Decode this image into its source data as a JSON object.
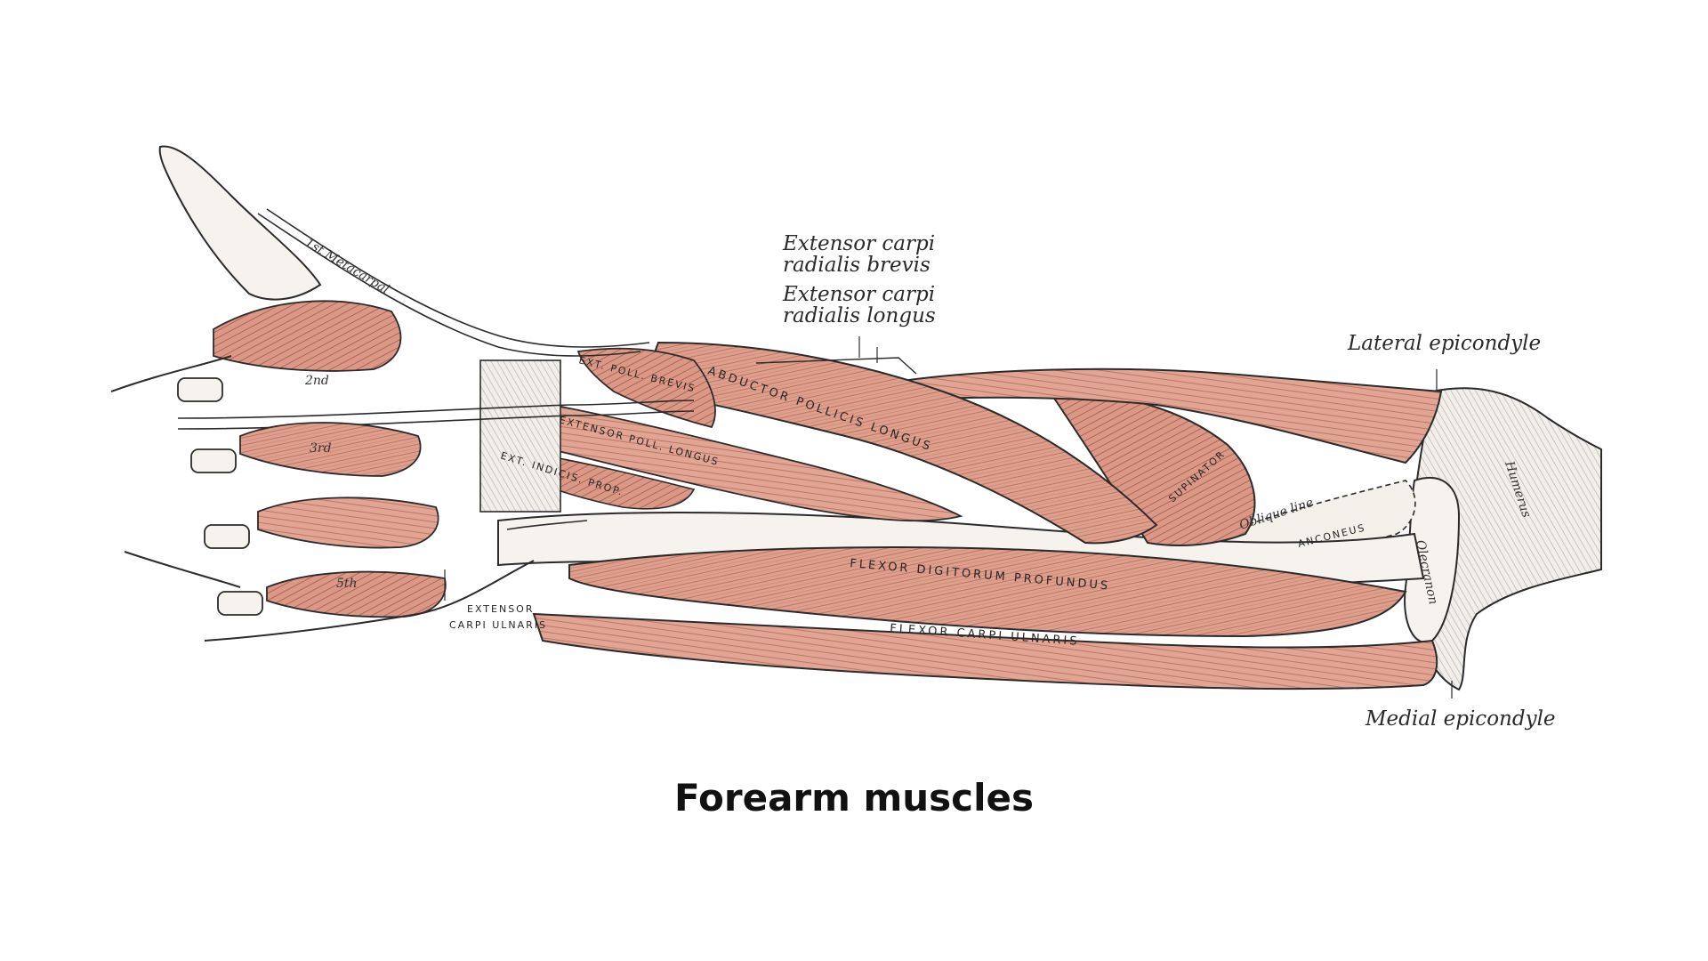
{
  "caption": "Forearm muscles",
  "labels": {
    "ecrb_line1": "Extensor carpi",
    "ecrb_line2": "radialis brevis",
    "ecrl_line1": "Extensor carpi",
    "ecrl_line2": "radialis longus",
    "lateral_epicondyle": "Lateral epicondyle",
    "medial_epicondyle": "Medial epicondyle",
    "ecu_line1": "EXTENSOR",
    "ecu_line2": "CARPI ULNARIS",
    "ext_poll_brevis": "EXT. POLL. BREVIS",
    "abductor_pollicis_longus": "ABDUCTOR POLLICIS LONGUS",
    "extensor_poll_longus": "EXTENSOR POLL. LONGUS",
    "ext_indicis_prop": "EXT. INDICIS. PROP.",
    "supinator": "SUPINATOR",
    "oblique_line": "Oblique line",
    "anconeus": "ANCONEUS",
    "olecranon": "Olecranon",
    "humerus": "Humerus",
    "flexor_digitorum_profundus": "FLEXOR DIGITORUM PROFUNDUS",
    "flexor_carpi_ulnaris": "FLEXOR CARPI ULNARIS",
    "first_metacarpal": "1st Metacarpal",
    "digit_2nd": "2nd",
    "digit_3rd": "3rd",
    "digit_5th": "5th"
  },
  "colors": {
    "muscle": "#dc9a88",
    "muscle_light": "#eeb8a8",
    "outline": "#2b2b2b",
    "bone": "#f4f1ec"
  }
}
